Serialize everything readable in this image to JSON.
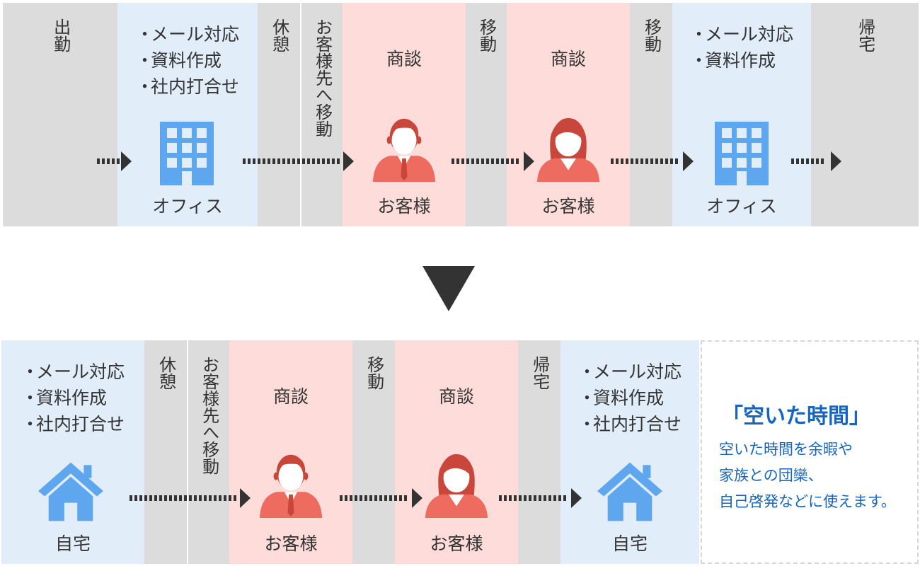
{
  "before": {
    "segments": {
      "commute": "出勤",
      "office_tasks": [
        "メール対応",
        "資料作成",
        "社内打合せ"
      ],
      "office_label": "オフィス",
      "break": "休憩",
      "move_to_client": "お客様先へ移動",
      "meeting_1": "商談",
      "client_label_1": "お客様",
      "move_1": "移動",
      "meeting_2": "商談",
      "client_label_2": "お客様",
      "move_2": "移動",
      "office2_tasks": [
        "メール対応",
        "資料作成"
      ],
      "office2_label": "オフィス",
      "go_home": "帰宅"
    }
  },
  "after": {
    "segments": {
      "home_tasks": [
        "メール対応",
        "資料作成",
        "社内打合せ"
      ],
      "home_label": "自宅",
      "break": "休憩",
      "move_to_client": "お客様先へ移動",
      "meeting_1": "商談",
      "client_label_1": "お客様",
      "move_1": "移動",
      "meeting_2": "商談",
      "client_label_2": "お客様",
      "go_home": "帰宅",
      "home2_tasks": [
        "メール対応",
        "資料作成",
        "社内打合せ"
      ],
      "home2_label": "自宅"
    },
    "free_time": {
      "title": "「空いた時間」",
      "lines": [
        "空いた時間を余暇や",
        "家族との団欒、",
        "自己啓発などに使えます。"
      ]
    }
  },
  "colors": {
    "gray": "#dcdcdc",
    "blue_bg": "#e1edf9",
    "pink_bg": "#fddcd9",
    "building_icon": "#5ea6ee",
    "person_icon": "#ee6b5f",
    "arrow": "#333333",
    "accent_text": "#1566c0"
  },
  "icons": {
    "office": "building-icon",
    "home": "house-icon",
    "client_male": "businessman-icon",
    "client_female": "businesswoman-icon",
    "flow": "dotted-arrow-icon",
    "transition": "down-triangle-icon"
  }
}
